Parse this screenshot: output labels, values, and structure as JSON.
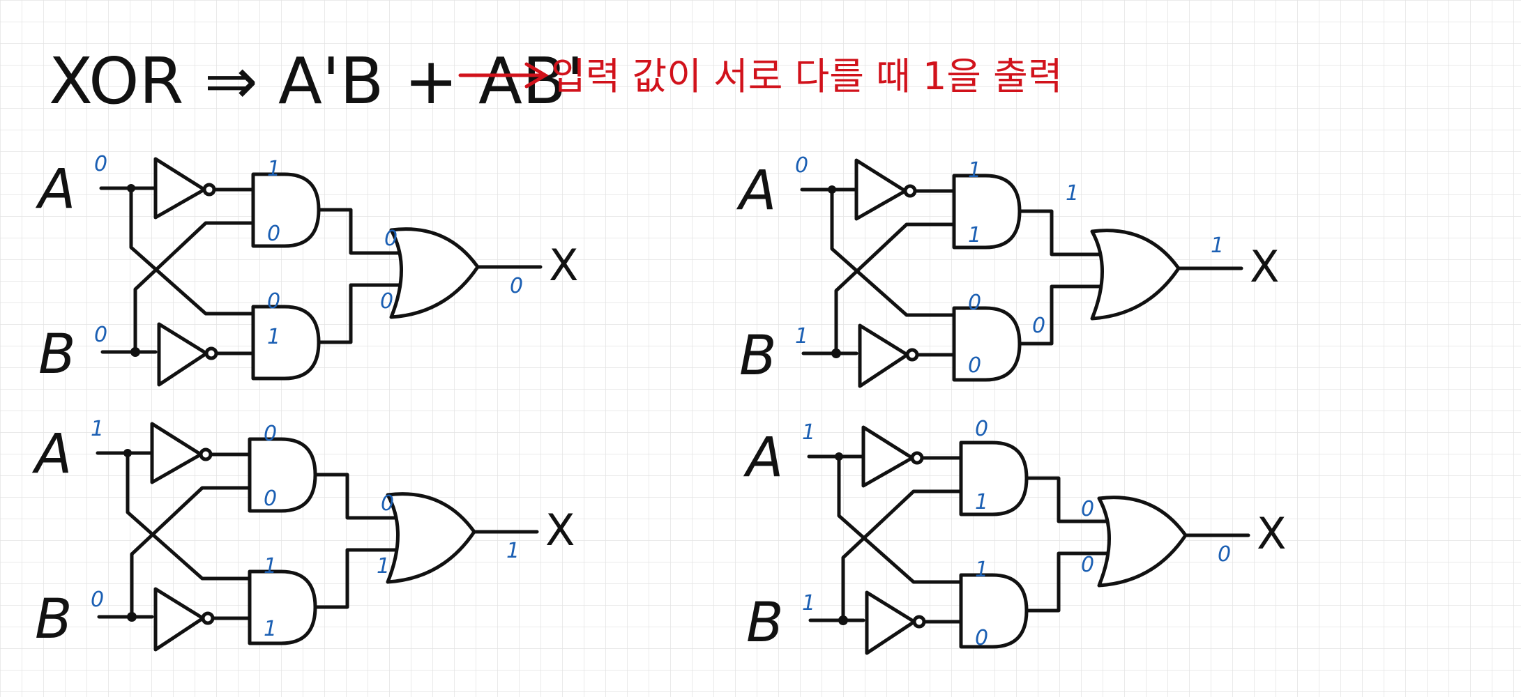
{
  "title": {
    "equation": "XOR ⇒ A'B + AB'",
    "note": "입력 값이 서로 다를 때  1을 출력"
  },
  "circuits": [
    {
      "a_label": "A",
      "b_label": "B",
      "x_label": "X",
      "a_in": "0",
      "b_in": "0",
      "nota": "1",
      "b_top": "0",
      "a_bot": "0",
      "notb": "1",
      "or_top": "0",
      "or_bot": "0",
      "x_out": "0"
    },
    {
      "a_label": "A",
      "b_label": "B",
      "x_label": "X",
      "a_in": "0",
      "b_in": "1",
      "nota": "1",
      "b_top": "1",
      "a_bot": "0",
      "notb": "0",
      "or_top": "1",
      "or_bot": "0",
      "x_out": "1"
    },
    {
      "a_label": "A",
      "b_label": "B",
      "x_label": "X",
      "a_in": "1",
      "b_in": "0",
      "nota": "0",
      "b_top": "0",
      "a_bot": "1",
      "notb": "1",
      "or_top": "0",
      "or_bot": "1",
      "x_out": "1"
    },
    {
      "a_label": "A",
      "b_label": "B",
      "x_label": "X",
      "a_in": "1",
      "b_in": "1",
      "nota": "0",
      "b_top": "1",
      "a_bot": "1",
      "notb": "0",
      "or_top": "0",
      "or_bot": "0",
      "x_out": "0"
    }
  ],
  "colors": {
    "ink": "#111111",
    "note": "#d1121b",
    "values": "#1b5fb3",
    "grid": "#e3e3e3"
  }
}
